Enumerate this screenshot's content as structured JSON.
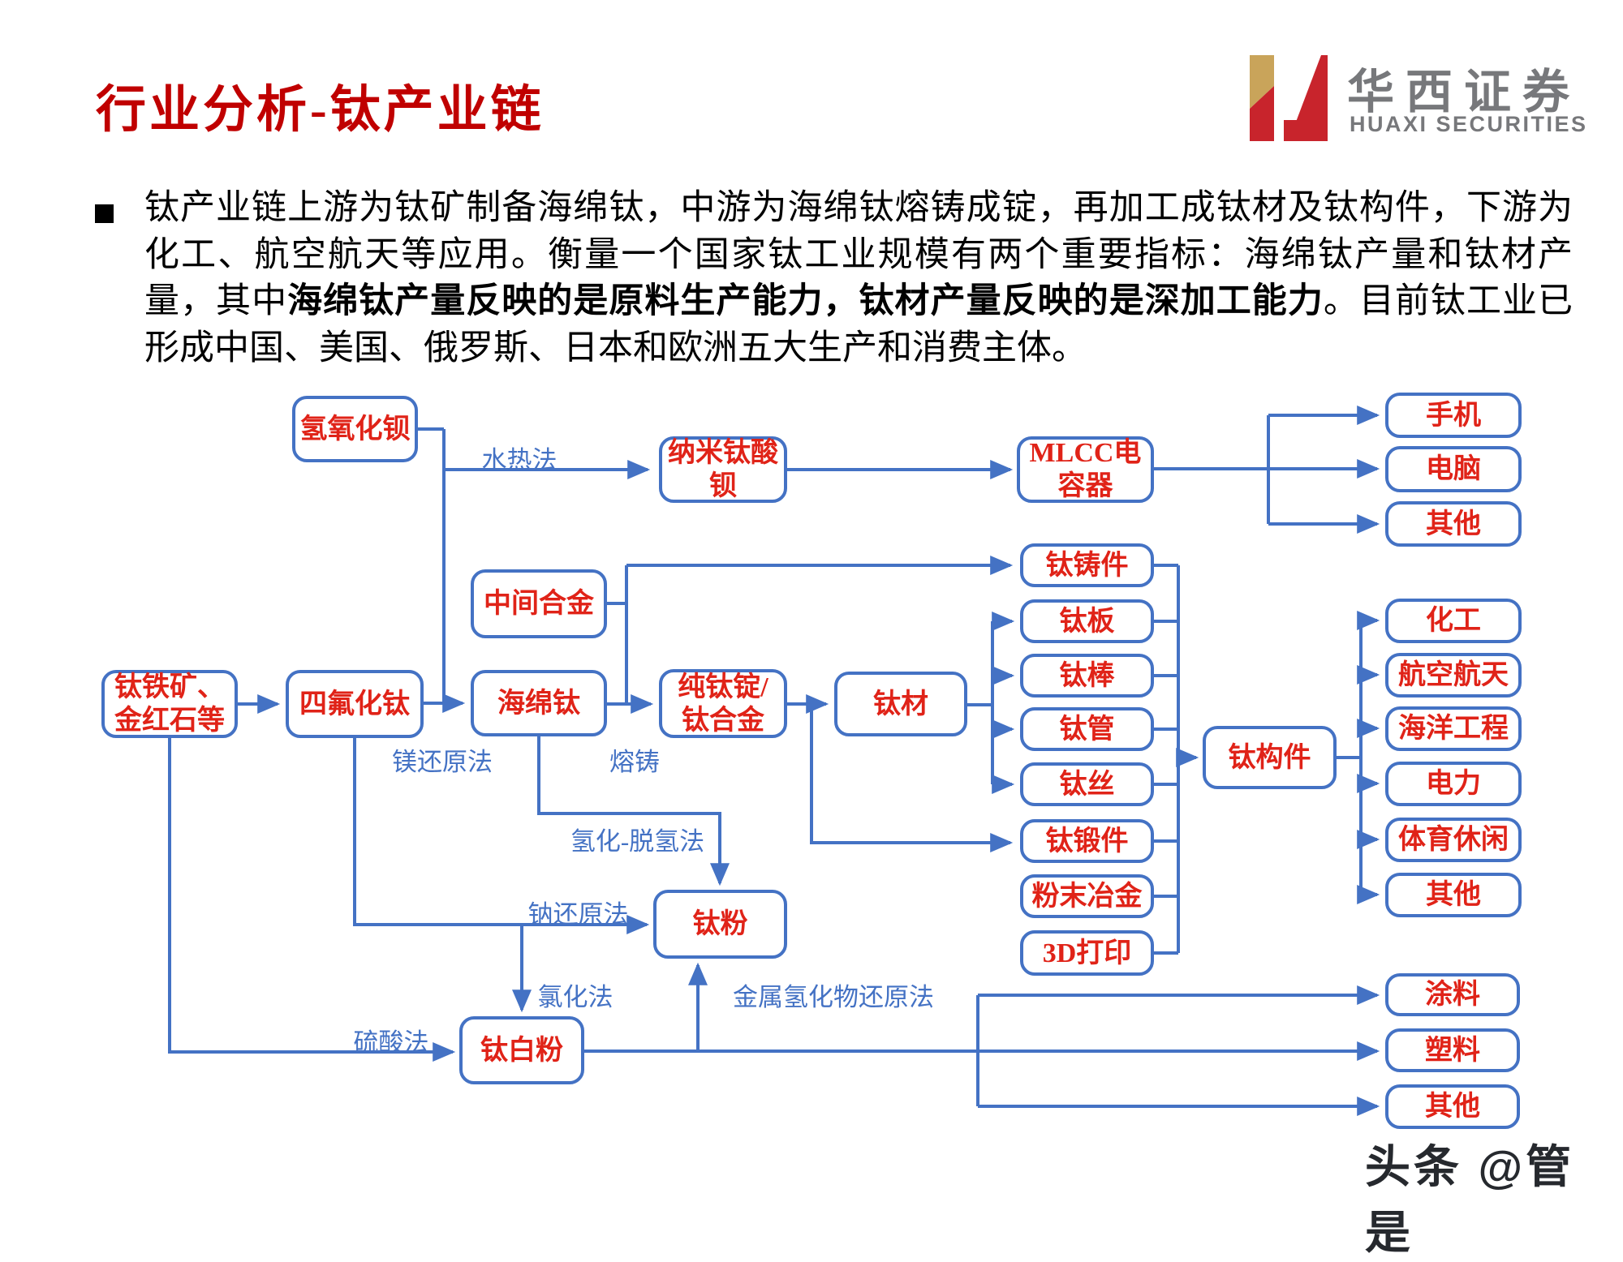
{
  "page": {
    "title": "行业分析-钛产业链",
    "logo": {
      "zh": "华西证券",
      "en": "HUAXI SECURITIES"
    },
    "intro": {
      "lead": "钛产业链上游为钛矿制备海绵钛，中游为海绵钛熔铸成锭，再加工成钛材及钛构件，下游为化工、航空航天等应用。衡量一个国家钛工业规模有两个重要指标：海绵钛产量和钛材产量，其中",
      "bold": "海绵钛产量反映的是原料生产能力，钛材产量反映的是深加工能力",
      "tail": "。目前钛工业已形成中国、美国、俄罗斯、日本和欧洲五大生产和消费主体。"
    },
    "watermark": "头条 @管是"
  },
  "colors": {
    "line_blue": "#4472C4",
    "node_text_red": "#E02318",
    "title_red": "#C00000",
    "logo_red": "#C8242C",
    "logo_gold": "#C9A45A",
    "logo_gray": "#77787B"
  },
  "nodes": {
    "ba_hydroxide": {
      "label": "氢氧化钡"
    },
    "nano_barium_titanate": {
      "label": "纳米钛酸钡"
    },
    "mlcc": {
      "label": "MLCC电容器"
    },
    "phone": {
      "label": "手机"
    },
    "computer": {
      "label": "电脑"
    },
    "other_top": {
      "label": "其他"
    },
    "intermediate_alloy": {
      "label": "中间合金"
    },
    "ti_cast": {
      "label": "钛铸件"
    },
    "ilmenite": {
      "label": "钛铁矿、金红石等"
    },
    "ti_fluoride": {
      "label": "四氟化钛"
    },
    "sponge_ti": {
      "label": "海绵钛"
    },
    "pure_ingot": {
      "label": "纯钛锭/钛合金"
    },
    "ti_material": {
      "label": "钛材"
    },
    "ti_plate": {
      "label": "钛板"
    },
    "ti_rod": {
      "label": "钛棒"
    },
    "ti_tube": {
      "label": "钛管"
    },
    "ti_wire": {
      "label": "钛丝"
    },
    "ti_forging": {
      "label": "钛锻件"
    },
    "powder_metallurgy": {
      "label": "粉末冶金"
    },
    "printing_3d": {
      "label": "3D打印"
    },
    "ti_component": {
      "label": "钛构件"
    },
    "chemical": {
      "label": "化工"
    },
    "aerospace": {
      "label": "航空航天"
    },
    "marine": {
      "label": "海洋工程"
    },
    "power": {
      "label": "电力"
    },
    "sports": {
      "label": "体育休闲"
    },
    "other_mid": {
      "label": "其他"
    },
    "ti_powder": {
      "label": "钛粉"
    },
    "ti_dioxide": {
      "label": "钛白粉"
    },
    "coating": {
      "label": "涂料"
    },
    "plastic": {
      "label": "塑料"
    },
    "other_bottom": {
      "label": "其他"
    }
  },
  "process_labels": {
    "hydrothermal": "水热法",
    "mg_reduction": "镁还原法",
    "melt_cast": "熔铸",
    "hydride_dehydride": "氢化-脱氢法",
    "na_reduction": "钠还原法",
    "chlorination": "氯化法",
    "sulfate": "硫酸法",
    "metal_hydride_reduction": "金属氢化物还原法"
  }
}
